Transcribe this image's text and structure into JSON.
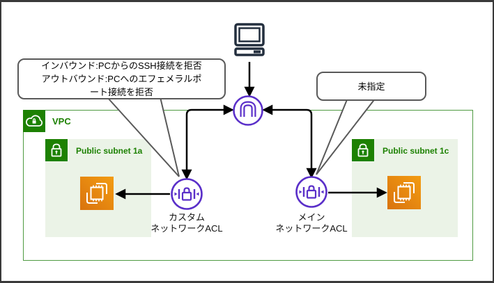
{
  "diagram": {
    "vpc": {
      "label": "VPC"
    },
    "subnet_1a": {
      "label": "Public subnet 1a"
    },
    "subnet_1c": {
      "label": "Public subnet 1c"
    },
    "custom_acl": {
      "label_line1": "カスタム",
      "label_line2": "ネットワークACL"
    },
    "main_acl": {
      "label_line1": "メイン",
      "label_line2": "ネットワークACL"
    },
    "callout_left": {
      "line1": "インバウンド:PCからのSSH接続を拒否",
      "line2": "アウトバウンド:PCへのエフェメラルポ",
      "line3": "ート接続を拒否"
    },
    "callout_right": {
      "text": "未指定"
    },
    "colors": {
      "aws_green": "#1d8102",
      "vpc_border_green": "#4e9a41",
      "subnet_fill_green": "#ebf3e7",
      "gateway_purple": "#5a2fc9",
      "ec2_orange_dark": "#d9730e",
      "ec2_orange_light": "#f39c12",
      "client_navy": "#232f3e",
      "callout_border_gray": "#595959",
      "arrow_black": "#000000",
      "frame_gray": "#3a3a3a"
    }
  }
}
